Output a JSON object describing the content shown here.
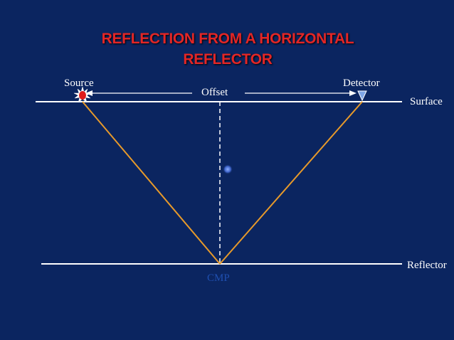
{
  "title": {
    "line1": "REFLECTION FROM A HORIZONTAL",
    "line2": "REFLECTOR"
  },
  "labels": {
    "source": "Source",
    "detector": "Detector",
    "offset": "Offset",
    "surface": "Surface",
    "reflector": "Reflector",
    "cmp": "CMP"
  },
  "colors": {
    "background": "#0b2560",
    "title": "#e32626",
    "text": "#ffffff",
    "ray": "#e89a2a",
    "cmp_label": "#1f4fb0",
    "source": "#e01b1b",
    "detector": "#7fa6e6"
  },
  "icons": {
    "source": "starburst-source-icon",
    "detector": "triangle-detector-icon"
  }
}
